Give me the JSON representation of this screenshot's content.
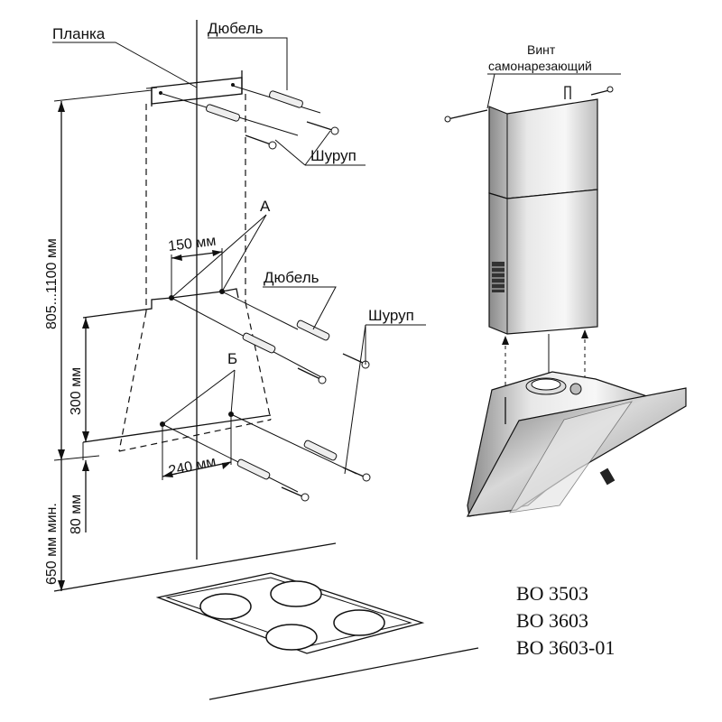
{
  "labels": {
    "planka": "Планка",
    "dyubel_top": "Дюбель",
    "shurup_top": "Шуруп",
    "point_a": "А",
    "dyubel_mid": "Дюбель",
    "shurup_mid": "Шуруп",
    "point_b": "Б",
    "vint_line1": "Винт",
    "vint_line2": "самонарезающий"
  },
  "dimensions": {
    "total_height": "805...1100 мм",
    "height_300": "300 мм",
    "height_80": "80 мм",
    "height_650": "650 мм мин.",
    "width_150": "150 мм",
    "width_240": "240 мм"
  },
  "models": [
    "ВО 3503",
    "ВО 3603",
    "ВО 3603-01"
  ],
  "colors": {
    "line": "#111111",
    "steel_light": "#f2f2f2",
    "steel_dark": "#9a9a9a"
  }
}
